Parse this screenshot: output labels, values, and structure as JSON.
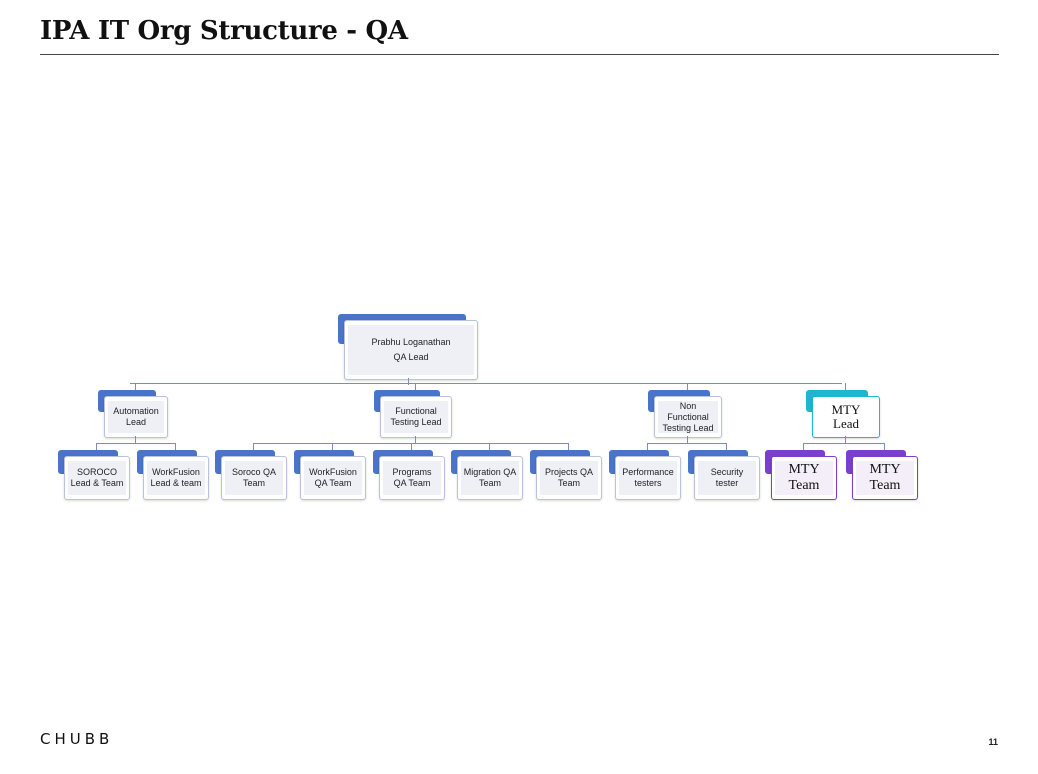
{
  "header": {
    "title": "IPA IT Org Structure - QA"
  },
  "footer": {
    "logo_text": "CHUBB",
    "page_number": "11"
  },
  "org_chart": {
    "root": {
      "name": "Prabhu Loganathan",
      "role": "QA Lead"
    },
    "leads": [
      {
        "label": "Automation Lead",
        "teams": [
          "SOROCO Lead & Team",
          "WorkFusion Lead & team"
        ]
      },
      {
        "label": "Functional Testing Lead",
        "teams": [
          "Soroco QA Team",
          "WorkFusion QA Team",
          "Programs QA Team",
          "Migration QA Team",
          "Projects QA Team"
        ]
      },
      {
        "label": "Non Functional Testing Lead",
        "teams": [
          "Performance testers",
          "Security tester"
        ]
      },
      {
        "label": "MTY Lead",
        "teams": [
          "MTY Team",
          "MTY Team"
        ]
      }
    ]
  },
  "colors": {
    "primary_tab": "#4a74c8",
    "mty_lead_accent": "#1fb6cf",
    "mty_team_accent": "#7b3fcf",
    "connector": "#7b8cc4"
  }
}
